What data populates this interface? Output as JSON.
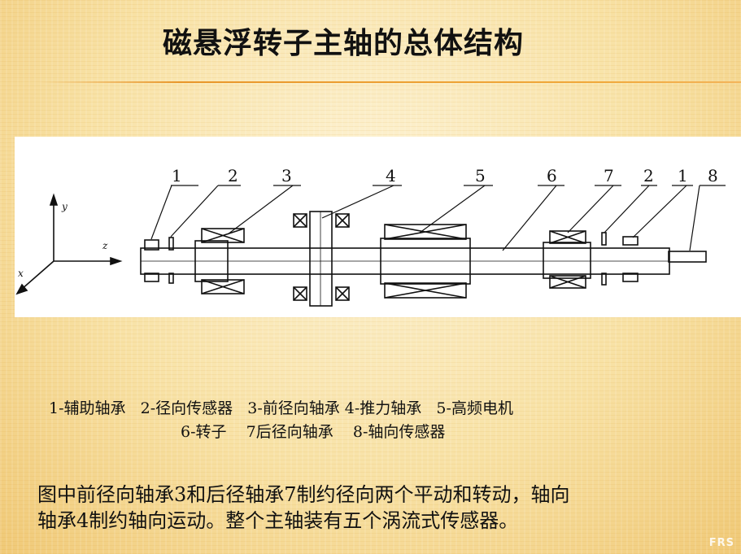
{
  "slide": {
    "title": "磁悬浮转子主轴的总体结构",
    "legend_line_1": "1-辅助轴承   2-径向传感器   3-前径向轴承 4-推力轴承   5-高频电机",
    "legend_line_2": "6-转子    7后径向轴承    8-轴向传感器",
    "description_line_1": "图中前径向轴承3和后径轴承7制约径向两个平动和转动，轴向",
    "description_line_2": "轴承4制约轴向运动。整个主轴装有五个涡流式传感器。",
    "watermark": "FRS"
  },
  "diagram": {
    "axis_labels": {
      "y": "y",
      "z": "z",
      "x": "x"
    },
    "part_labels": [
      "1",
      "2",
      "3",
      "4",
      "5",
      "6",
      "7",
      "2",
      "1",
      "8"
    ]
  },
  "colors": {
    "accent_rule": "#e8962a",
    "text": "#111111"
  }
}
